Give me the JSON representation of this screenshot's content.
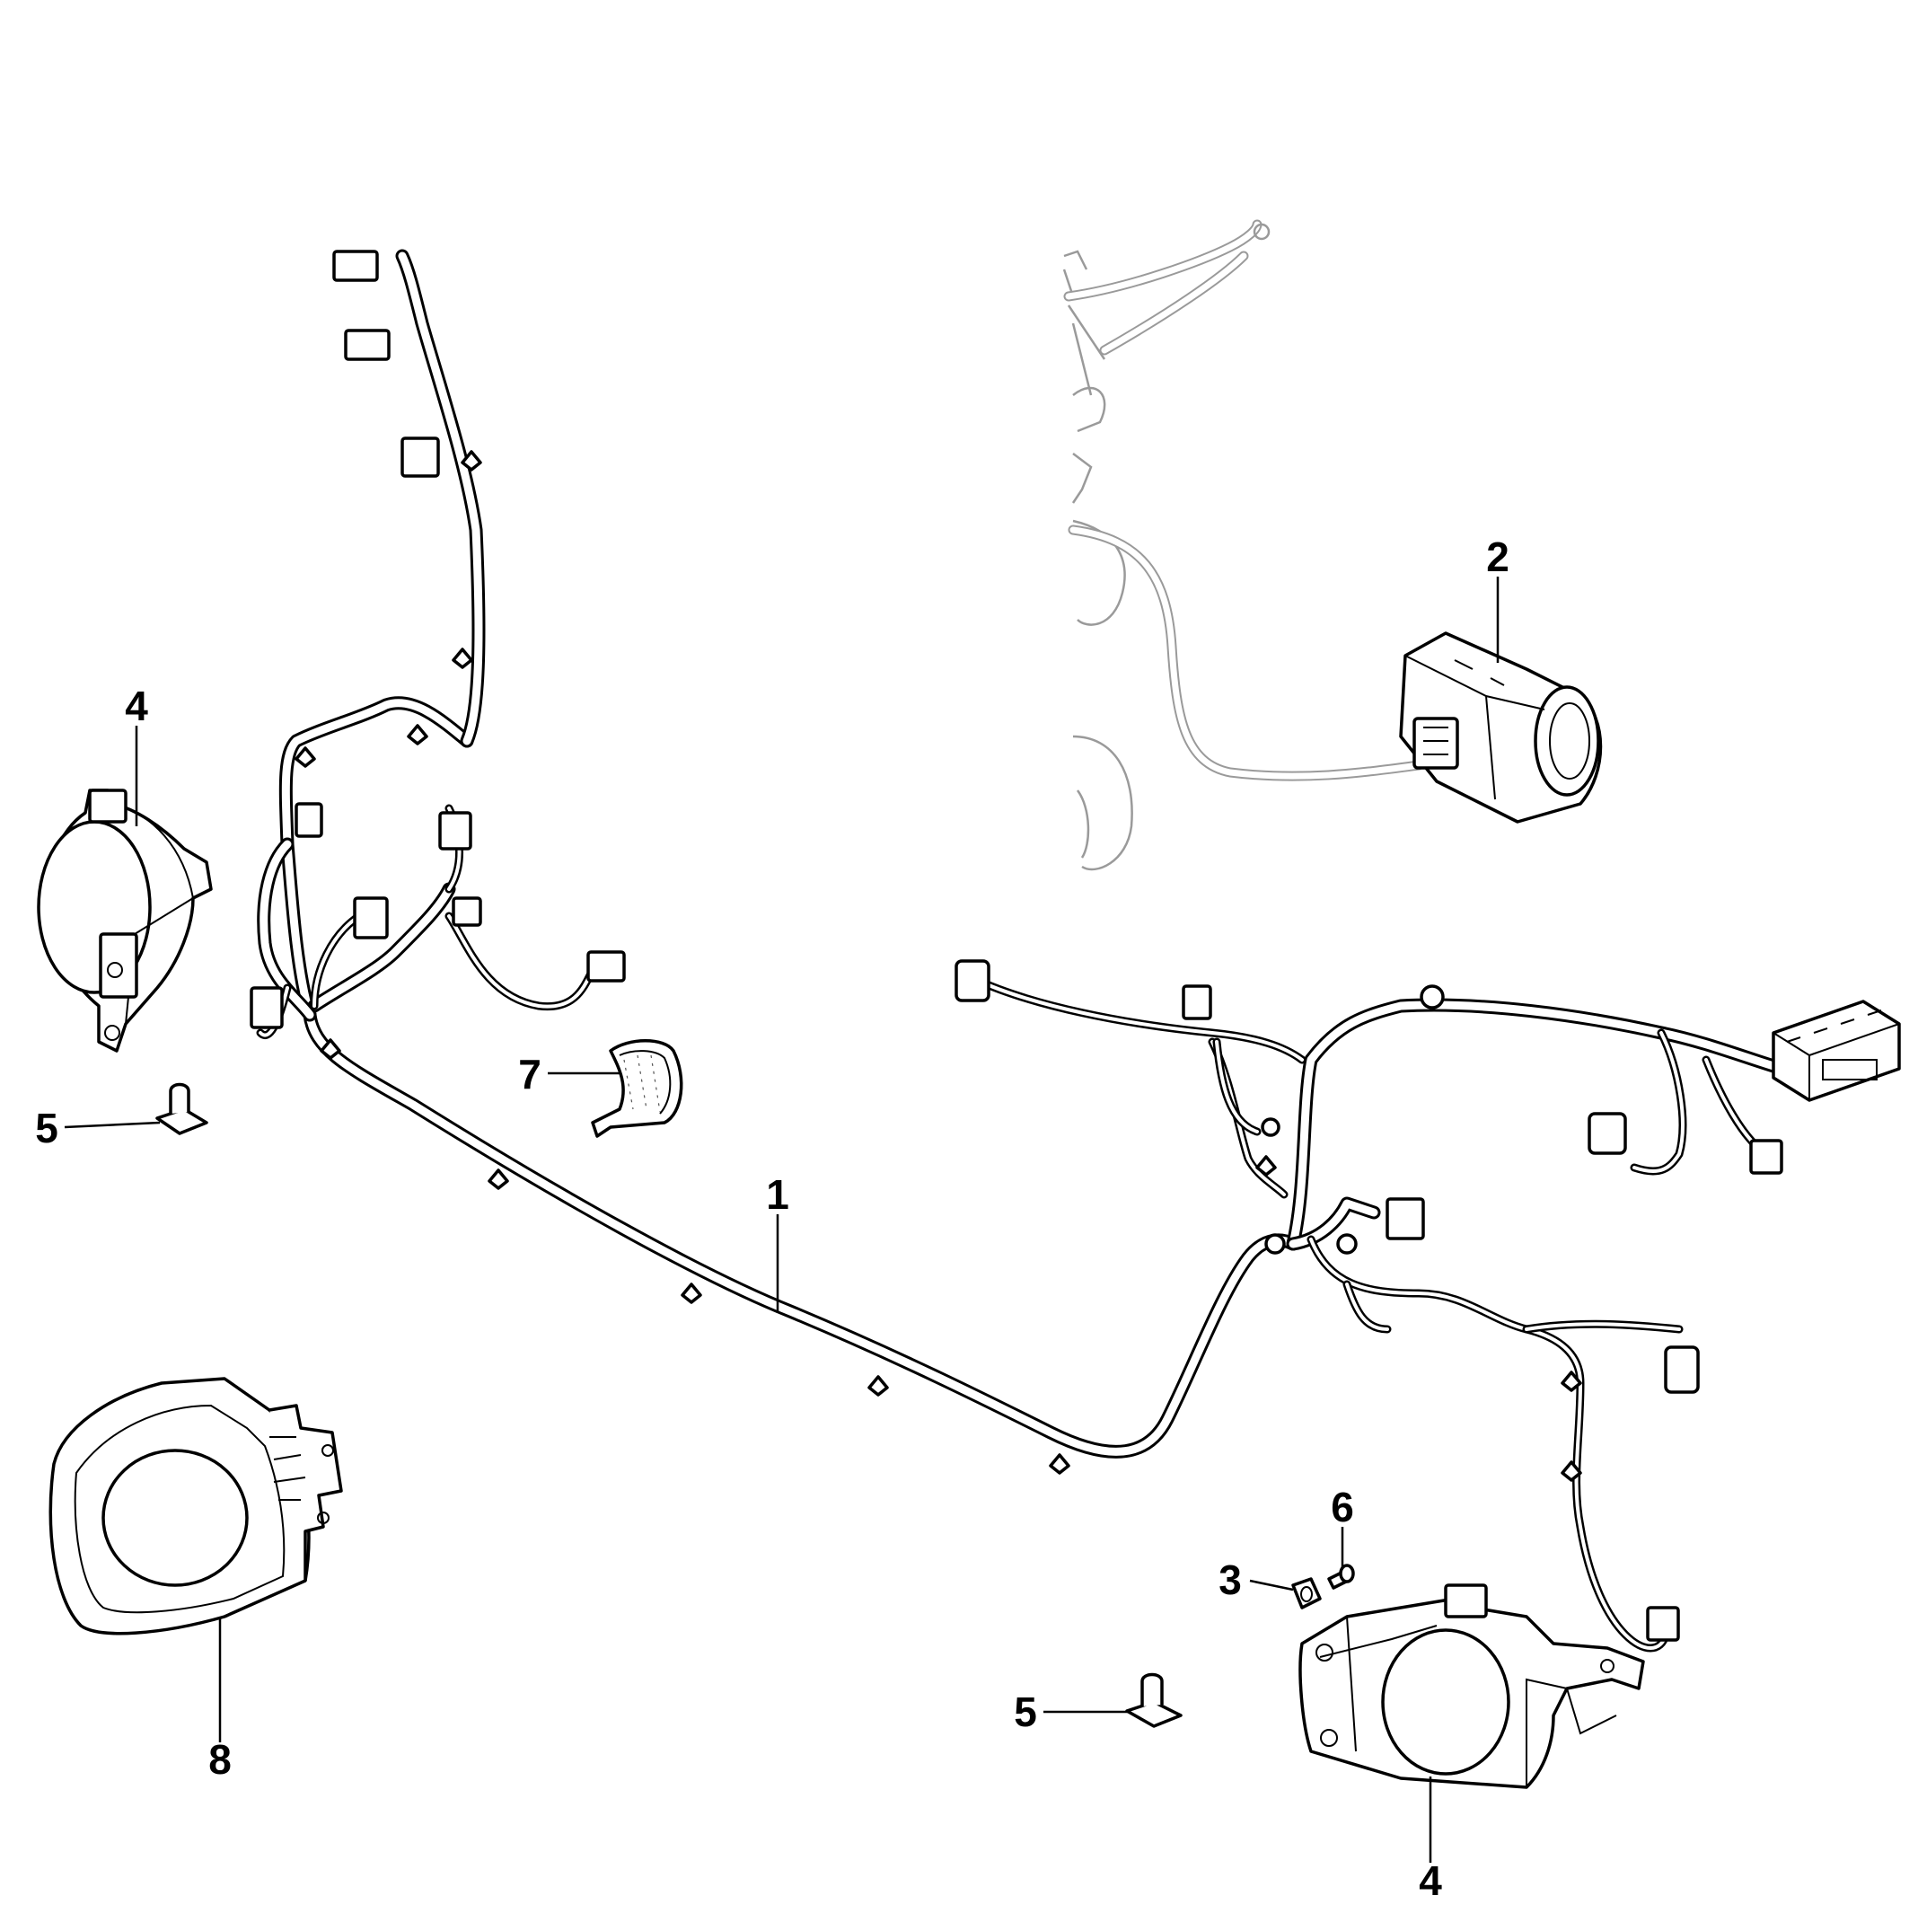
{
  "diagram": {
    "callouts": [
      {
        "id": "1",
        "label": "1"
      },
      {
        "id": "2",
        "label": "2"
      },
      {
        "id": "3",
        "label": "3"
      },
      {
        "id": "4a",
        "label": "4"
      },
      {
        "id": "4b",
        "label": "4"
      },
      {
        "id": "5a",
        "label": "5"
      },
      {
        "id": "5b",
        "label": "5"
      },
      {
        "id": "6",
        "label": "6"
      },
      {
        "id": "7",
        "label": "7"
      },
      {
        "id": "8",
        "label": "8"
      }
    ],
    "colors": {
      "line": "#000000",
      "ghost": "#9a9a9a",
      "background": "#ffffff"
    }
  }
}
